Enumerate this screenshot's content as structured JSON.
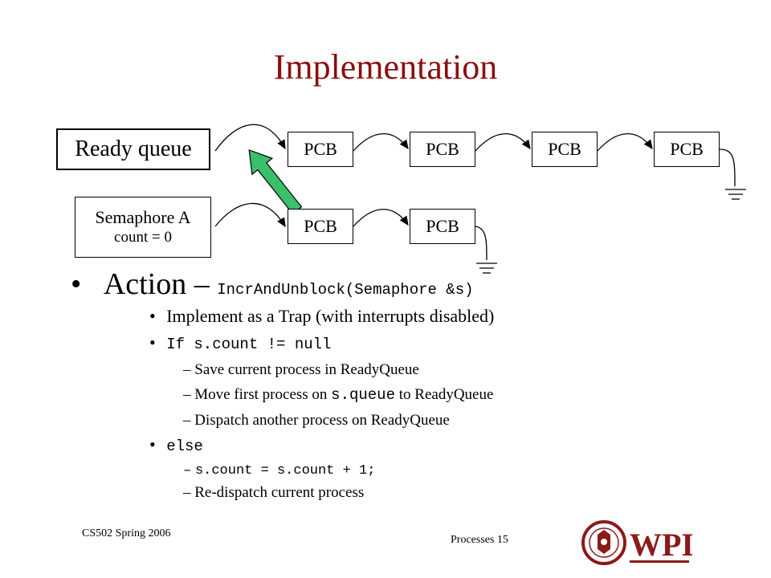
{
  "slide": {
    "title": "Implementation",
    "ready_queue_label": "Ready queue",
    "semaphore": {
      "name": "Semaphore A",
      "count": "count = 0"
    },
    "pcb_label": "PCB",
    "action": {
      "bullet": "•",
      "label": "Action –",
      "code": "IncrAndUnblock(Semaphore &s)"
    },
    "trap_line": "Implement as a Trap (with interrupts disabled)",
    "if_line": "If s.count != null",
    "if_actions": {
      "save": "Save current process in ReadyQueue",
      "move_prefix": "Move first process on",
      "move_code": "s.queue",
      "move_suffix": "to ReadyQueue",
      "dispatch": "Dispatch another process on ReadyQueue"
    },
    "else_line": "else",
    "else_actions": {
      "increment": "s.count = s.count + 1;",
      "redispatch": "Re-dispatch current process"
    },
    "dash": "–",
    "small_bullet": "•"
  },
  "footer": {
    "course": "CS502 Spring 2006",
    "page": "Processes 15",
    "logo_text": "WPI"
  },
  "colors": {
    "title": "#8b0e0e",
    "arrow": "#3bbf6a",
    "logo": "#8b1a1a"
  }
}
